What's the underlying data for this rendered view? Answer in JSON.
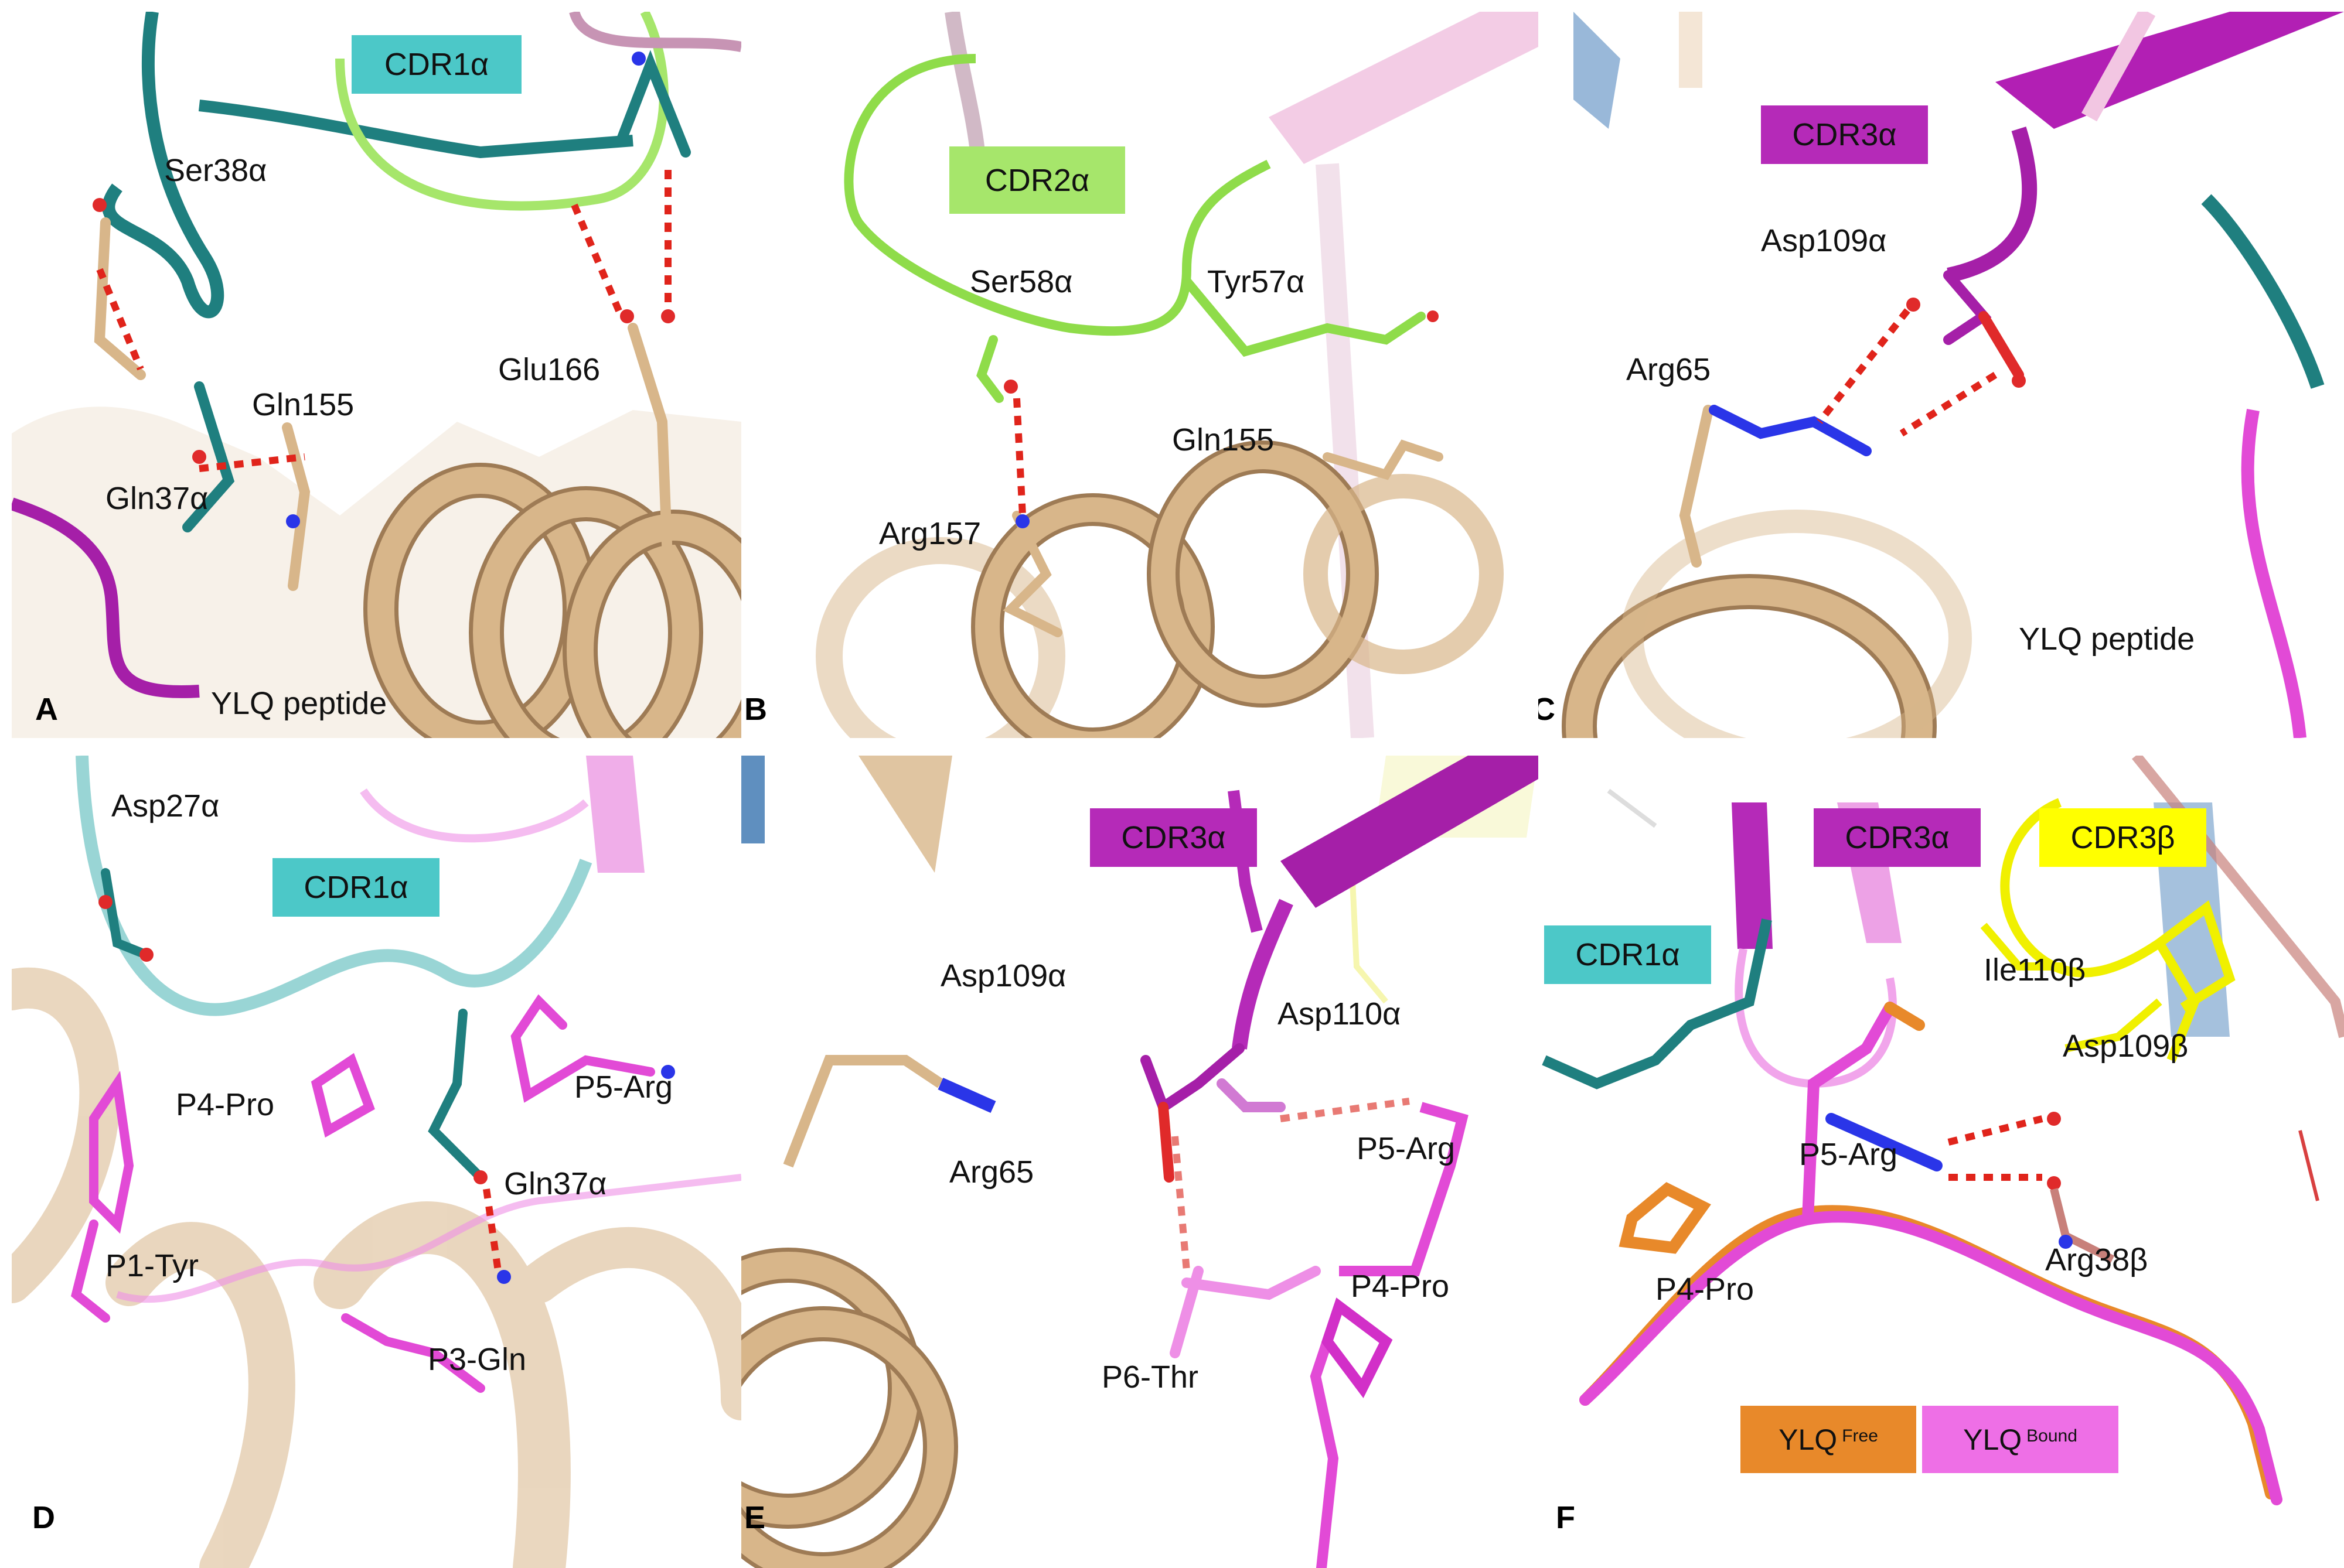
{
  "panels": [
    {
      "letter": "A",
      "tags": [
        {
          "text": "CDR1α",
          "color": "#4cc8c8"
        }
      ],
      "labels": [
        "Ser38α",
        "Gln155",
        "Glu166",
        "Gln37α",
        "YLQ peptide"
      ]
    },
    {
      "letter": "B",
      "tags": [
        {
          "text": "CDR2α",
          "color": "#a6e66b"
        }
      ],
      "labels": [
        "Ser58α",
        "Tyr57α",
        "Gln155",
        "Arg157"
      ]
    },
    {
      "letter": "C",
      "tags": [
        {
          "text": "CDR3α",
          "color": "#b52ab8"
        }
      ],
      "labels": [
        "Asp109α",
        "Arg65",
        "YLQ peptide"
      ]
    },
    {
      "letter": "D",
      "tags": [
        {
          "text": "CDR1α",
          "color": "#4cc8c8"
        }
      ],
      "labels": [
        "Asp27α",
        "P4-Pro",
        "P5-Arg",
        "Gln37α",
        "P1-Tyr",
        "P3-Gln"
      ]
    },
    {
      "letter": "E",
      "tags": [
        {
          "text": "CDR3α",
          "color": "#b52ab8"
        }
      ],
      "labels": [
        "Asp109α",
        "Asp110α",
        "Arg65",
        "P5-Arg",
        "P4-Pro",
        "P6-Thr"
      ]
    },
    {
      "letter": "F",
      "tags": [
        {
          "text": "CDR3α",
          "color": "#b52ab8"
        },
        {
          "text": "CDR3β",
          "color": "#ffff00"
        },
        {
          "text": "CDR1α",
          "color": "#4cc8c8"
        }
      ],
      "labels": [
        "Ile110β",
        "Asp109β",
        "P5-Arg",
        "Arg38β",
        "P4-Pro"
      ],
      "legend": [
        {
          "text": "YLQ",
          "sup": "Free",
          "color": "#e8892a"
        },
        {
          "text": "YLQ",
          "sup": "Bound",
          "color": "#ee6fe6"
        }
      ]
    }
  ],
  "colors": {
    "helix": "#d8b68a",
    "helix_dark": "#9e7b55",
    "cdr1a": "#1f7f7f",
    "cdr2a": "#8fdc4a",
    "cdr3a": "#a51fa8",
    "peptide": "#e24ad6",
    "cdr3b": "#f0f000",
    "free": "#e8892a",
    "hbond": "#e0241b",
    "nitrogen": "#2a35e8",
    "oxygen": "#e02a2a"
  }
}
